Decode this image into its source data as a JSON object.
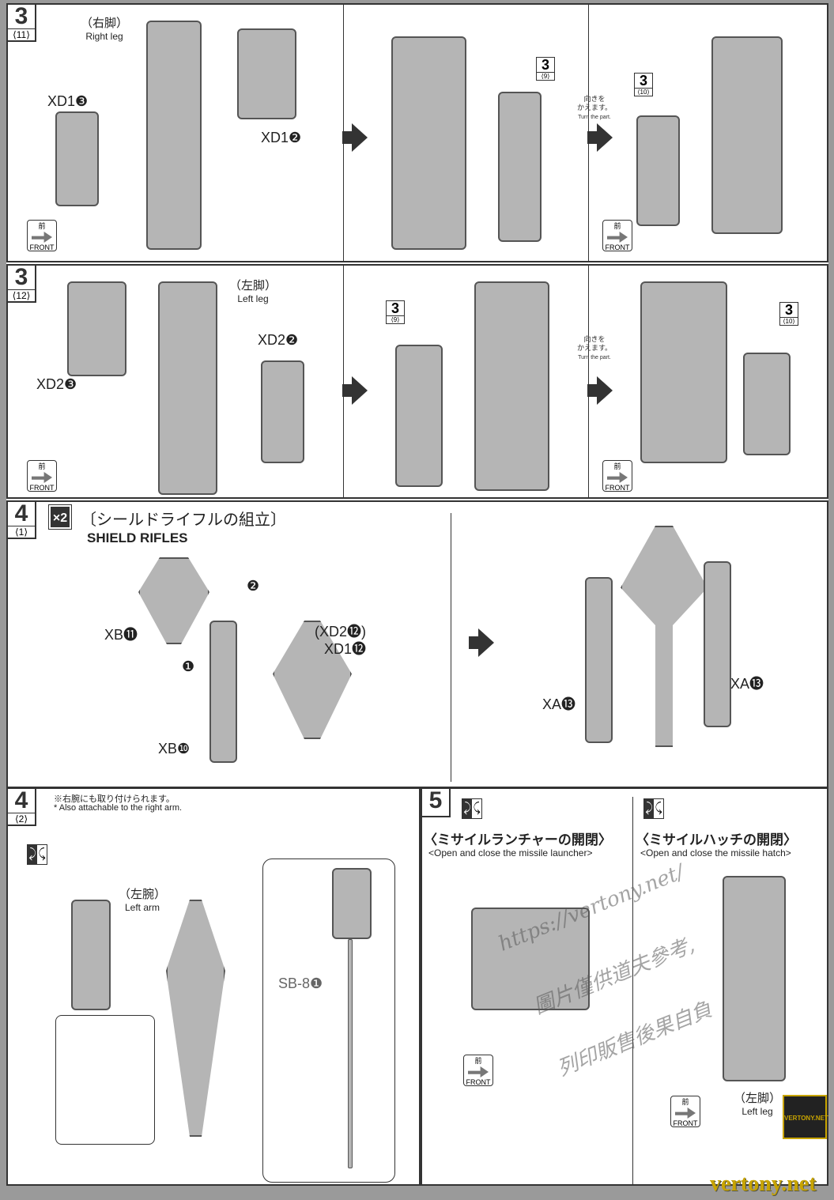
{
  "row1": {
    "step": "3",
    "sub": "⟨11⟩",
    "leg_jp": "（右脚）",
    "leg_en": "Right leg",
    "parts": [
      "XD1❸",
      "XD1❷"
    ],
    "ref1": {
      "n": "3",
      "s": "⟨9⟩"
    },
    "ref2": {
      "n": "3",
      "s": "⟨10⟩"
    },
    "turn_jp1": "向きを",
    "turn_jp2": "かえます。",
    "turn_en": "Turn the part.",
    "front_jp": "前",
    "front_en": "FRONT"
  },
  "row2": {
    "step": "3",
    "sub": "⟨12⟩",
    "leg_jp": "（左脚）",
    "leg_en": "Left leg",
    "parts": [
      "XD2❷",
      "XD2❸"
    ],
    "ref1": {
      "n": "3",
      "s": "⟨9⟩"
    },
    "ref2": {
      "n": "3",
      "s": "⟨10⟩"
    },
    "turn_jp1": "向きを",
    "turn_jp2": "かえます。",
    "turn_en": "Turn the part.",
    "front_jp": "前",
    "front_en": "FRONT"
  },
  "row3": {
    "step": "4",
    "sub": "⟨1⟩",
    "multiplier": "×2",
    "title_jp": "〔シールドライフルの組立〕",
    "title_en": "SHIELD RIFLES",
    "parts": [
      "XB⓫",
      "(XD2⓬)",
      "XD1⓬",
      "XB❿",
      "XA⓭",
      "XA⓭"
    ],
    "order": [
      "❶",
      "❷"
    ]
  },
  "row4": {
    "step": "4",
    "sub": "⟨2⟩",
    "note_jp": "※右腕にも取り付けられます。",
    "note_en": "* Also attachable to the right arm.",
    "arm_jp": "（左腕）",
    "arm_en": "Left arm",
    "part": "SB-8❶"
  },
  "row5": {
    "step": "5",
    "launcher_jp": "〈ミサイルランチャーの開閉〉",
    "launcher_en": "<Open and close the missile launcher>",
    "hatch_jp": "〈ミサイルハッチの開閉〉",
    "hatch_en": "<Open and close the missile hatch>",
    "leg_jp": "（左脚）",
    "leg_en": "Left leg",
    "front_jp": "前",
    "front_en": "FRONT"
  },
  "watermark": {
    "url": "https://vertony.net/",
    "line1": "圖片僅供道夫參考,",
    "line2": "列印販售後果自負",
    "site": "vertony.net",
    "badge": "VERTONY.NET"
  }
}
